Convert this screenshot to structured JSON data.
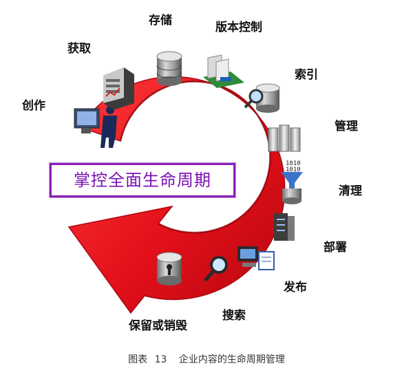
{
  "center_title": "掌控全面生命周期",
  "stages": [
    {
      "id": "create",
      "label": "创作"
    },
    {
      "id": "capture",
      "label": "获取"
    },
    {
      "id": "store",
      "label": "存储"
    },
    {
      "id": "version",
      "label": "版本控制"
    },
    {
      "id": "index",
      "label": "索引"
    },
    {
      "id": "manage",
      "label": "管理"
    },
    {
      "id": "clean",
      "label": "清理"
    },
    {
      "id": "deploy",
      "label": "部署"
    },
    {
      "id": "publish",
      "label": "发布"
    },
    {
      "id": "search",
      "label": "搜索"
    },
    {
      "id": "retain",
      "label": "保留或销毁"
    }
  ],
  "binary_text": [
    "1010",
    "1010"
  ],
  "caption": {
    "prefix": "图表",
    "number": "13",
    "text": "企业内容的生命周期管理"
  },
  "colors": {
    "ring": "#e3101a",
    "ring_dark": "#a8070e",
    "box_border": "#8a1fb8",
    "box_text": "#7b12b3"
  }
}
